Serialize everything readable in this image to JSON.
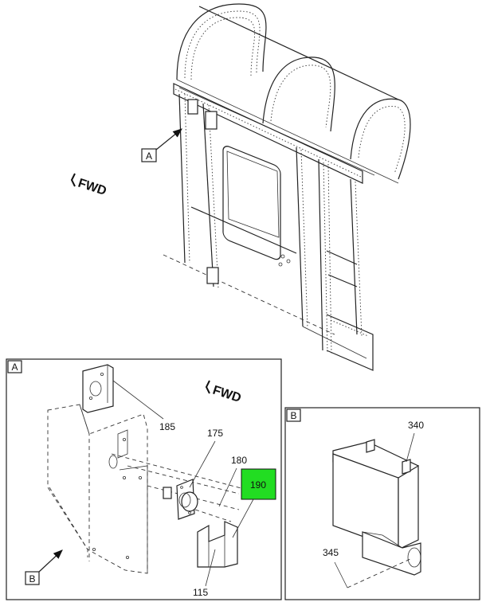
{
  "callouts": {
    "view_a_main": "A",
    "fwd_main": "FWD",
    "view_a_header": "A",
    "fwd_detail": "FWD",
    "view_b_ref": "B",
    "view_b_header": "B"
  },
  "parts": {
    "p185": "185",
    "p175": "175",
    "p180": "180",
    "p190": "190",
    "p115": "115",
    "p340": "340",
    "p345": "345"
  },
  "colors": {
    "highlight": "#22dd22",
    "line": "#222222"
  }
}
